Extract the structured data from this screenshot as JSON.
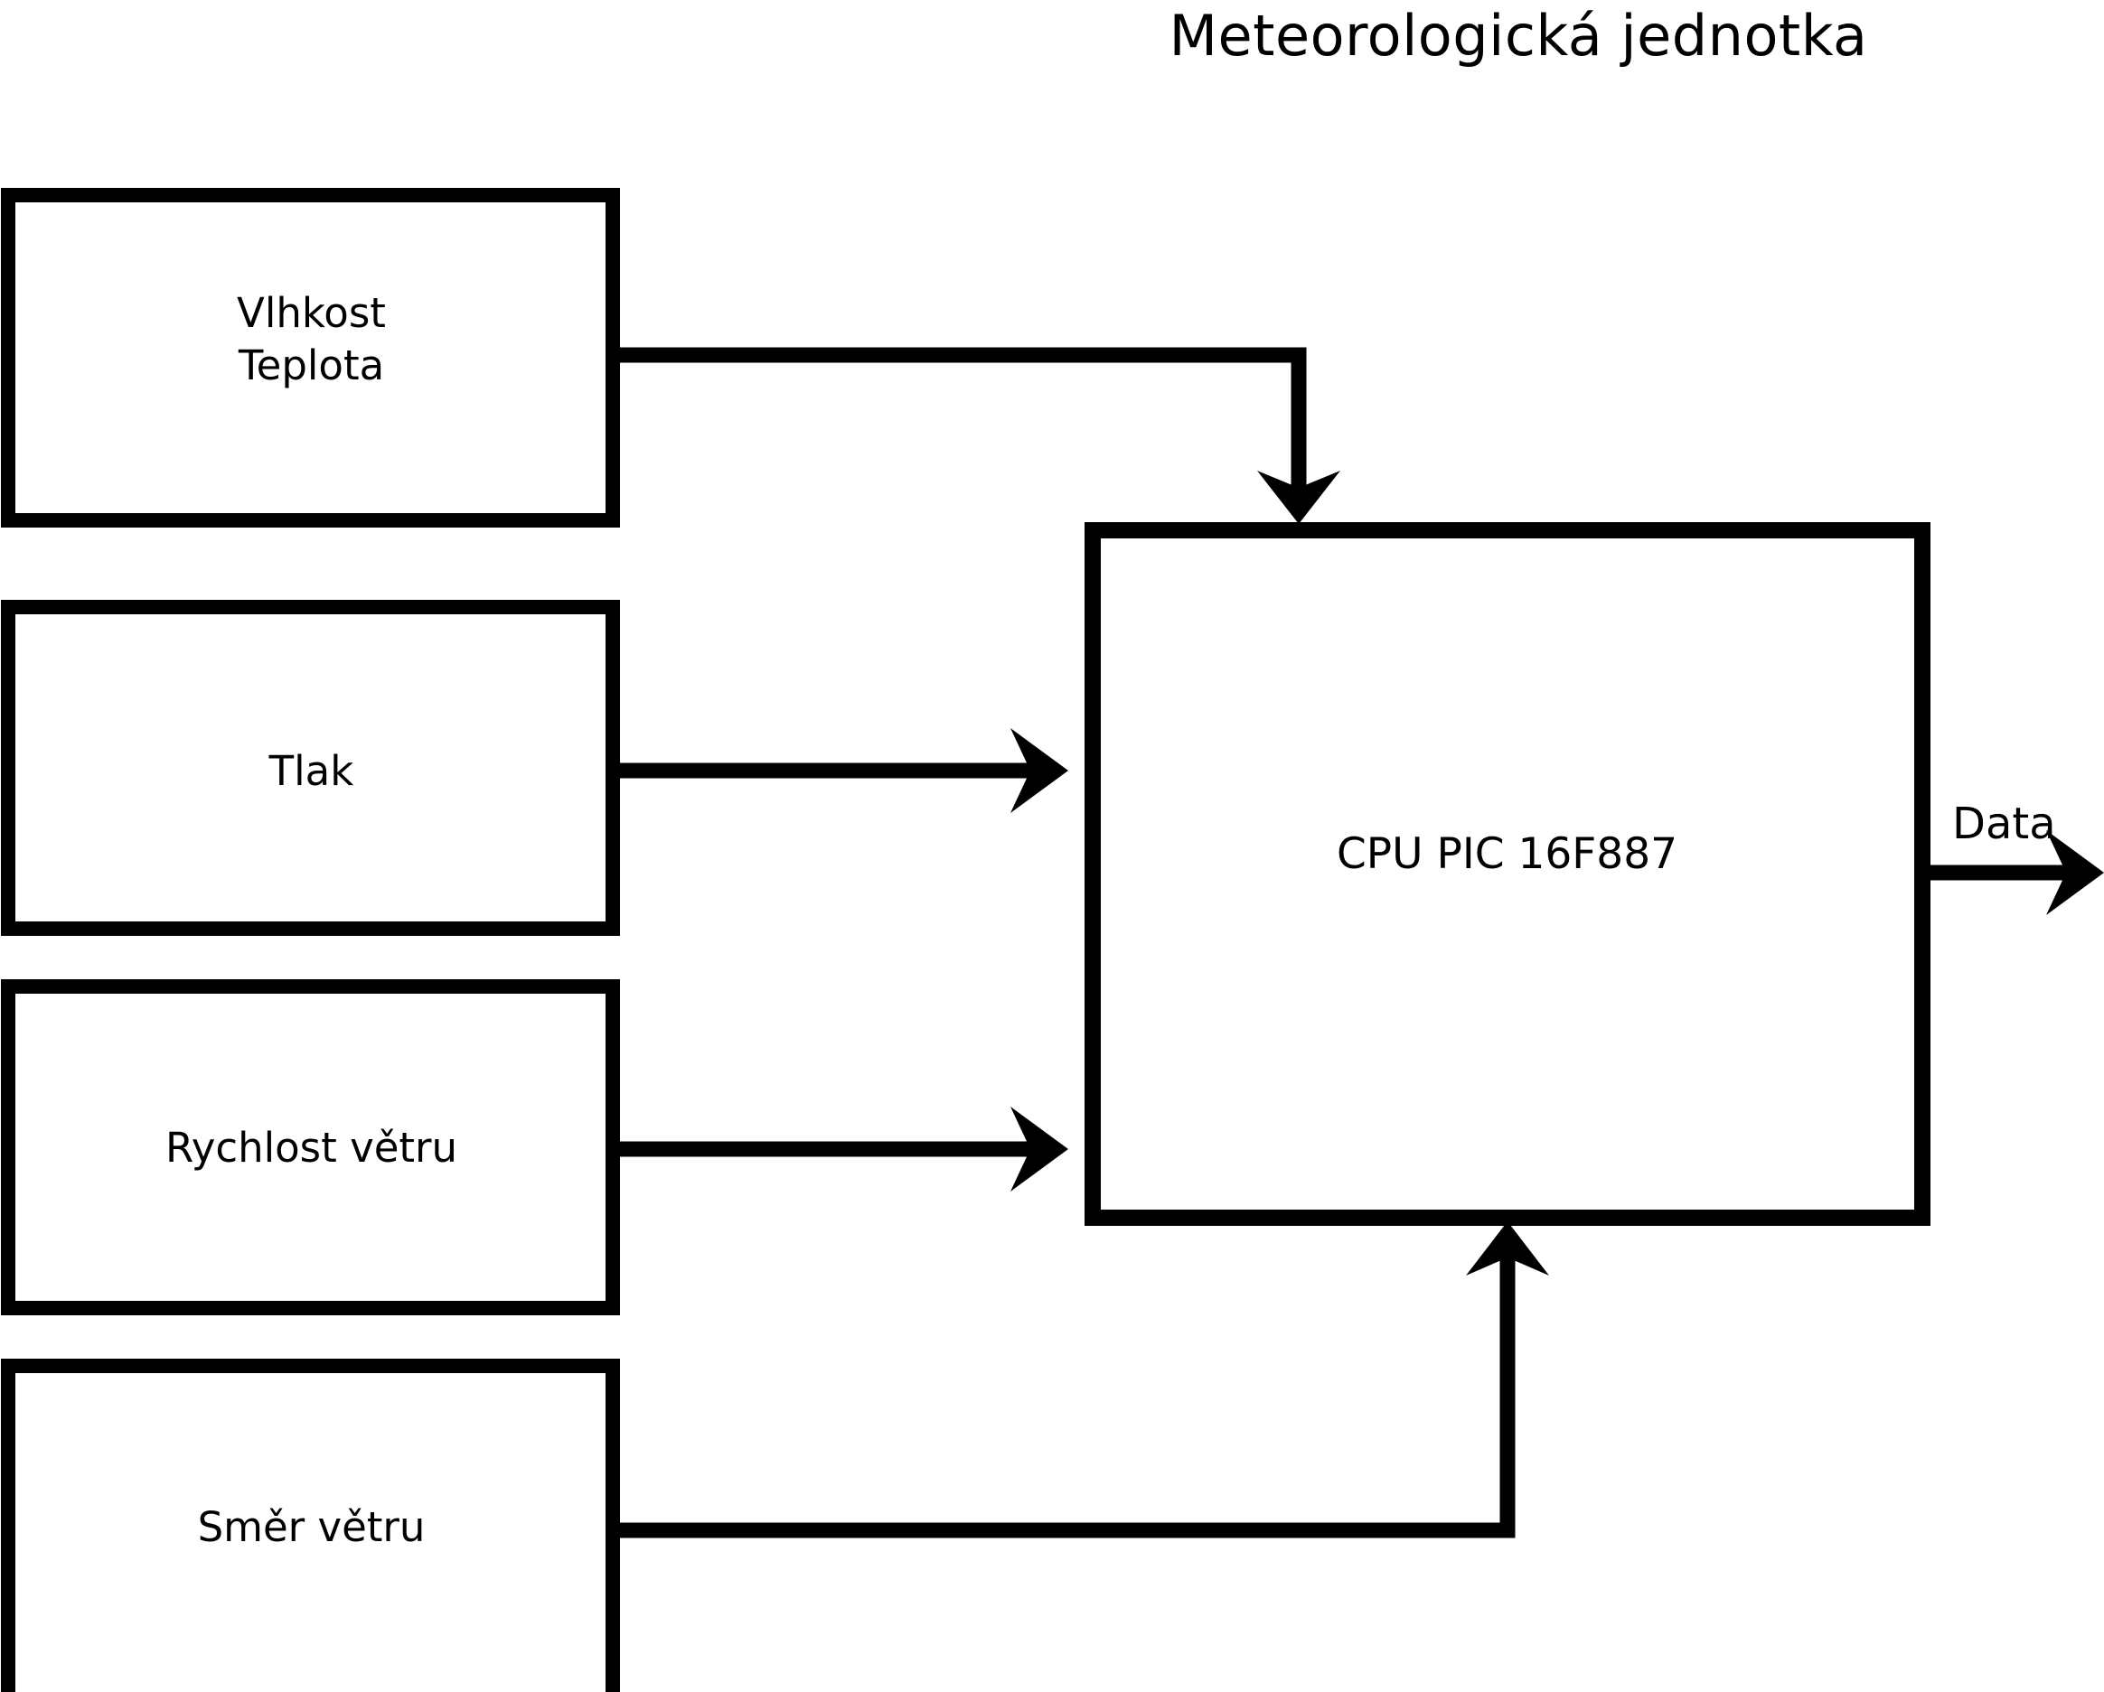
{
  "diagram": {
    "title": "Meteorologická jednotka",
    "background_color": "#ffffff",
    "line_color": "#000000",
    "sensor_nodes": [
      {
        "id": "humidity-temperature",
        "label": "Vlhkost\nTeplota"
      },
      {
        "id": "pressure",
        "label": "Tlak"
      },
      {
        "id": "wind-speed",
        "label": "Rychlost větru"
      },
      {
        "id": "wind-direction",
        "label": "Směr větru"
      }
    ],
    "processor_node": {
      "id": "cpu",
      "label": "CPU PIC 16F887"
    },
    "output": {
      "id": "data-output",
      "label": "Data"
    }
  }
}
